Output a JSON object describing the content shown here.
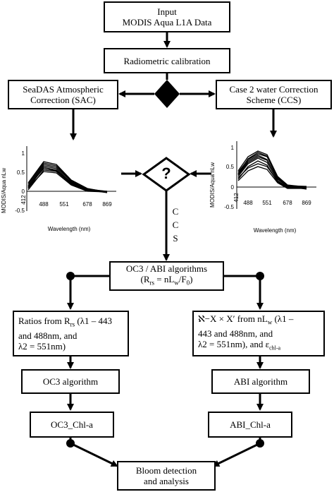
{
  "input_box": {
    "line1": "Input",
    "line2": "MODIS Aqua L1A Data"
  },
  "calibration_box": {
    "label": "Radiometric calibration"
  },
  "sac_box": {
    "line1": "SeaDAS Atmospheric",
    "line2": "Correction (SAC)"
  },
  "ccs_box": {
    "line1": "Case 2 water Correction",
    "line2": "Scheme (CCS)"
  },
  "decision": {
    "symbol": "?"
  },
  "ccs_vertical_label": [
    "C",
    "C",
    "S"
  ],
  "plot_left": {
    "ylabel": "MODIS/Aqua nLw",
    "xlabel": "Wavelength (nm)",
    "y_ticks": [
      "1",
      "0.5",
      "0",
      "-0.5"
    ],
    "x_ticks": [
      "412",
      "488",
      "551",
      "678",
      "869"
    ]
  },
  "plot_right": {
    "ylabel": "MODIS/Aqua nLw",
    "xlabel": "Wavelength (nm)",
    "y_ticks": [
      "1",
      "0.5",
      "0",
      "-0.5"
    ],
    "x_ticks": [
      "412",
      "488",
      "551",
      "678",
      "869"
    ]
  },
  "oc3abi_box": {
    "line1": "OC3 / ABI algorithms",
    "line2": "(R",
    "line2_sub": "rs",
    "line2_rest": " = nL",
    "line2_sub2": "w",
    "line2_end": "/F",
    "line2_sub3": "0",
    "line2_close": ")"
  },
  "ratios_box": {
    "line1a": "Ratios from R",
    "line1_sub": "rs",
    "line1b": " (λ1 – 443",
    "line2": "and 488nm, and",
    "line3": "λ2 = 551nm)"
  },
  "abi_input_box": {
    "line1": "ℵ−X × X′ from nL",
    "line1_sub": "w",
    "line1b": " (λ1 –",
    "line2": "443 and 488nm, and",
    "line3a": "λ2 = 551nm), and  ε",
    "line3_sub": "chl-a"
  },
  "oc3_alg_box": {
    "label": "OC3 algorithm"
  },
  "abi_alg_box": {
    "label": "ABI algorithm"
  },
  "oc3_chl_box": {
    "label": "OC3_Chl-a"
  },
  "abi_chl_box": {
    "label": "ABI_Chl-a"
  },
  "bloom_box": {
    "line1": "Bloom detection",
    "line2": "and analysis"
  }
}
